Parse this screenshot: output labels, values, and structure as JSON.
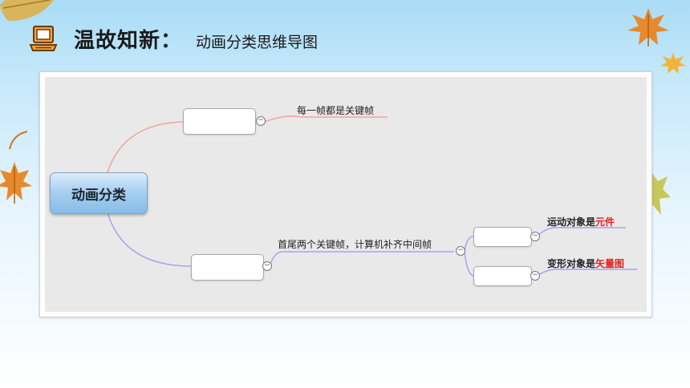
{
  "header": {
    "title": "温故知新：",
    "subtitle": "动画分类思维导图"
  },
  "mindmap": {
    "root": "动画分类",
    "branch1_note": "每一帧都是关键帧",
    "branch2_note": "首尾两个关键帧，计算机补齐中间帧",
    "sub1": {
      "prefix": "运动对象是",
      "highlight": "元件"
    },
    "sub2": {
      "prefix": "变形对象是",
      "highlight": "矢量图"
    },
    "toggle_symbol": "−"
  },
  "colors": {
    "branch1_line": "#f3a1a1",
    "branch2_line": "#a7a3ee",
    "highlight": "#e8201e",
    "leaf_orange": "#e8892b"
  },
  "icons": [
    "computer-icon",
    "leaf-icon"
  ]
}
